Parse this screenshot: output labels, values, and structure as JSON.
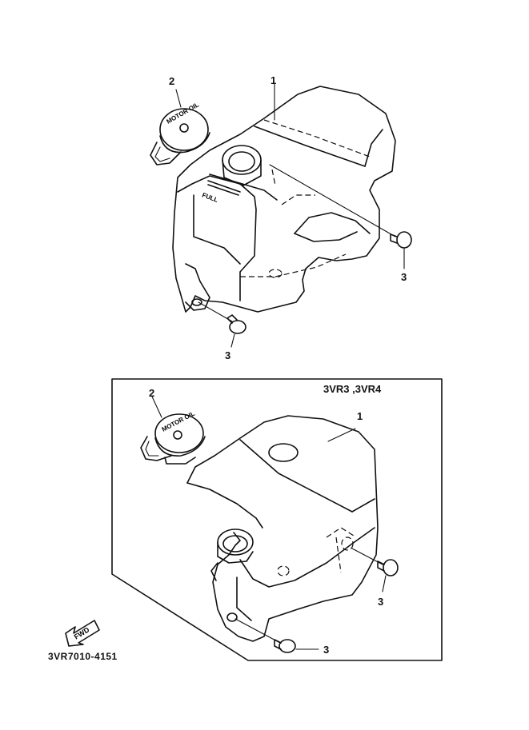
{
  "diagram": {
    "upper_assembly": {
      "callouts": {
        "tank": "1",
        "cap": "2",
        "bolt_right": "3",
        "bolt_bottom": "3"
      },
      "cap_text": "MOTOR OIL",
      "level_mark": "FULL"
    },
    "lower_assembly": {
      "model_label": "3VR3 ,3VR4",
      "callouts": {
        "tank": "1",
        "cap": "2",
        "bolt_right": "3",
        "bolt_bottom": "3"
      },
      "cap_text": "MOTOR OIL"
    },
    "fwd_arrow_text": "FWD",
    "part_number": "3VR7010-4151"
  }
}
